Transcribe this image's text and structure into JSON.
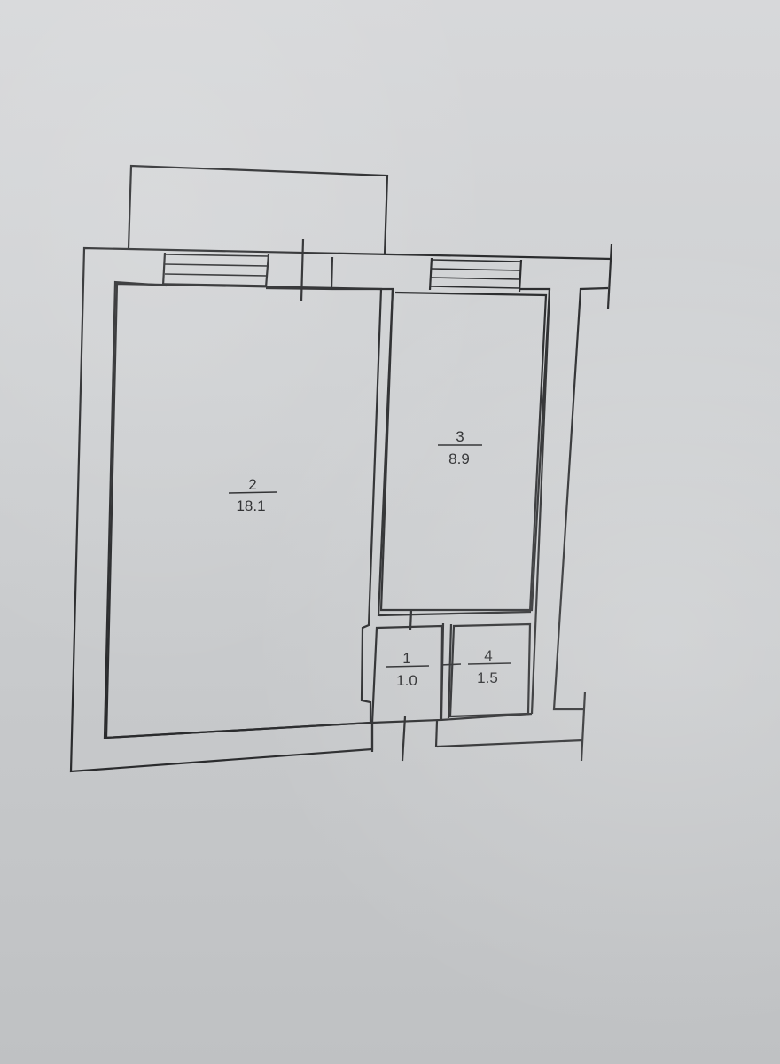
{
  "rooms": [
    {
      "number": "2",
      "area": "18.1"
    },
    {
      "number": "3",
      "area": "8.9"
    },
    {
      "number": "1",
      "area": "1.0"
    },
    {
      "number": "4",
      "area": "1.5"
    }
  ]
}
